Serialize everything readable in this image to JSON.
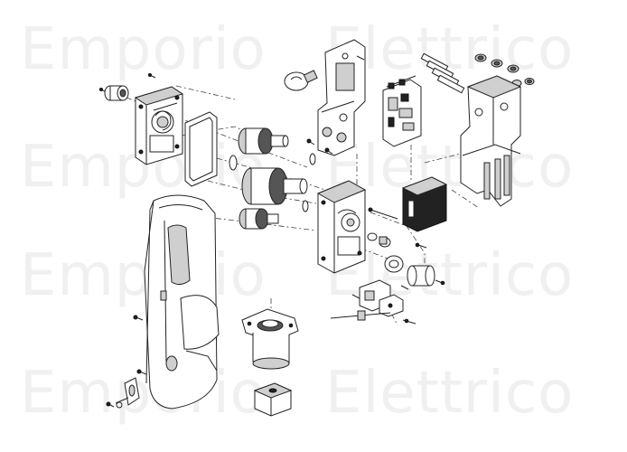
{
  "watermark": {
    "line1_word1": "Emporio",
    "line1_word2": "Elettrico",
    "line2_word1": "Emporio",
    "line2_word2": "Elettrico",
    "line3_word1": "Emporio",
    "line3_word2": "Elettrico",
    "line4_word1": "Emporio",
    "line4_word2": "Elettrico",
    "color": "#f0f0f0",
    "accent": "#e4f2fa"
  },
  "colors": {
    "line": "#222222",
    "fill": "#ffffff",
    "shade": "#cfcfcf",
    "dark": "#555555"
  }
}
